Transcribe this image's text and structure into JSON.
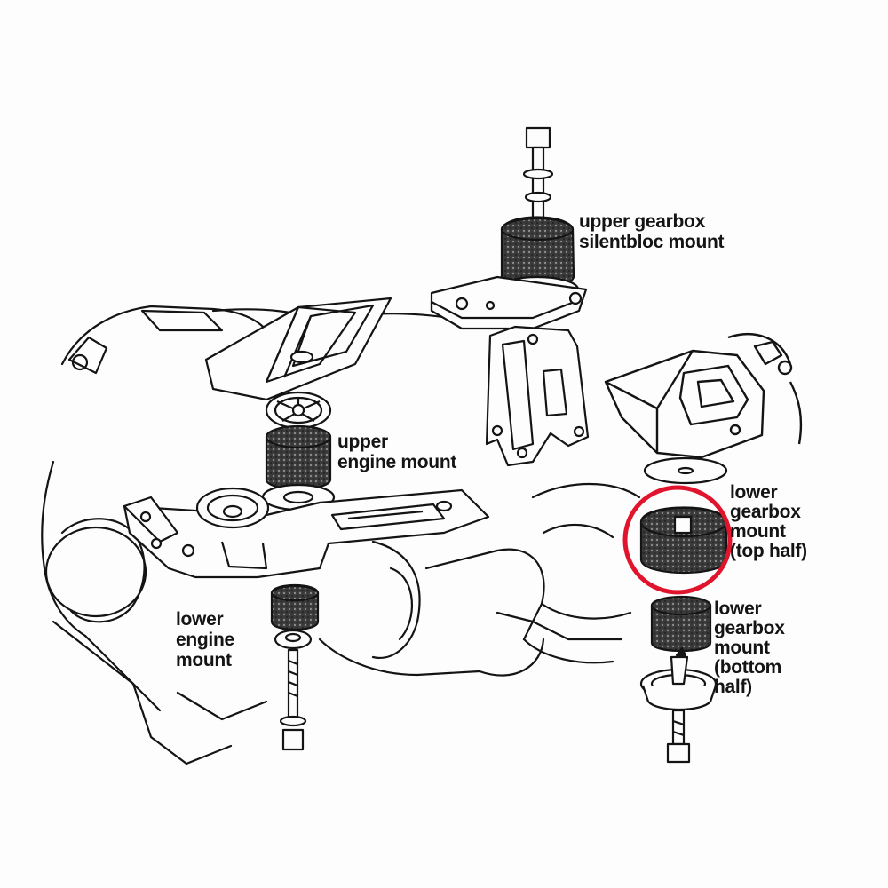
{
  "diagram": {
    "labels": {
      "upper_gearbox": [
        "upper gearbox",
        "silentbloc mount"
      ],
      "upper_engine": [
        "upper",
        "engine mount"
      ],
      "lower_engine": [
        "lower",
        "engine",
        "mount"
      ],
      "lower_gearbox_top": [
        "lower",
        "gearbox",
        "mount",
        "(top half)"
      ],
      "lower_gearbox_bottom": [
        "lower",
        "gearbox",
        "mount",
        "(bottom",
        "half)"
      ]
    },
    "highlight": {
      "target": "lower gearbox mount (top half)",
      "color": "#e0142c"
    },
    "colors": {
      "ink": "#141414",
      "rubber": "#3a3a3a",
      "paper": "#fdfdfd"
    }
  }
}
